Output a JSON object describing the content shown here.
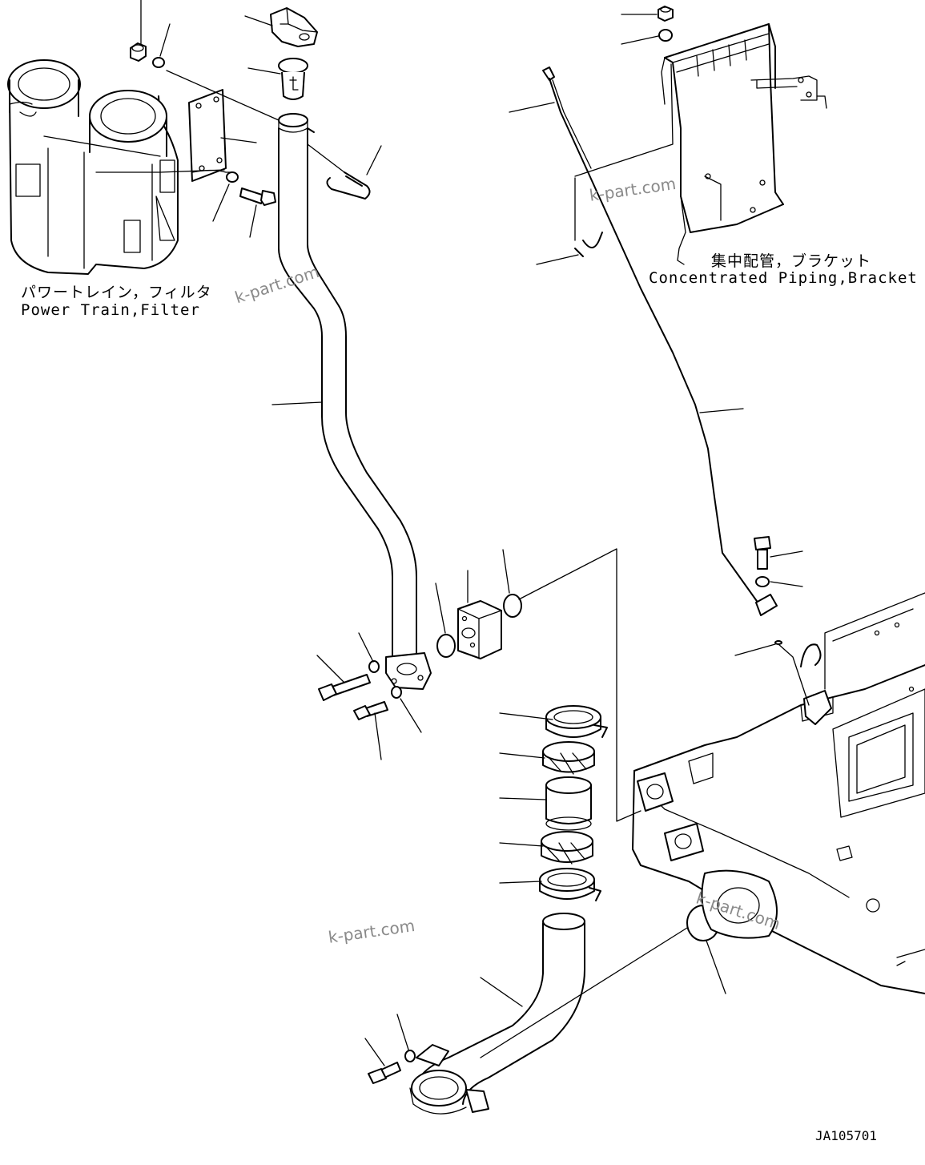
{
  "labels": {
    "power_train_jp": "パワートレイン，フィルタ",
    "power_train_en": "Power Train,Filter",
    "piping_jp": "集中配管，ブラケット",
    "piping_en": "Concentrated Piping,Bracket"
  },
  "watermark": "k-part.com",
  "drawing_code": "JA105701"
}
